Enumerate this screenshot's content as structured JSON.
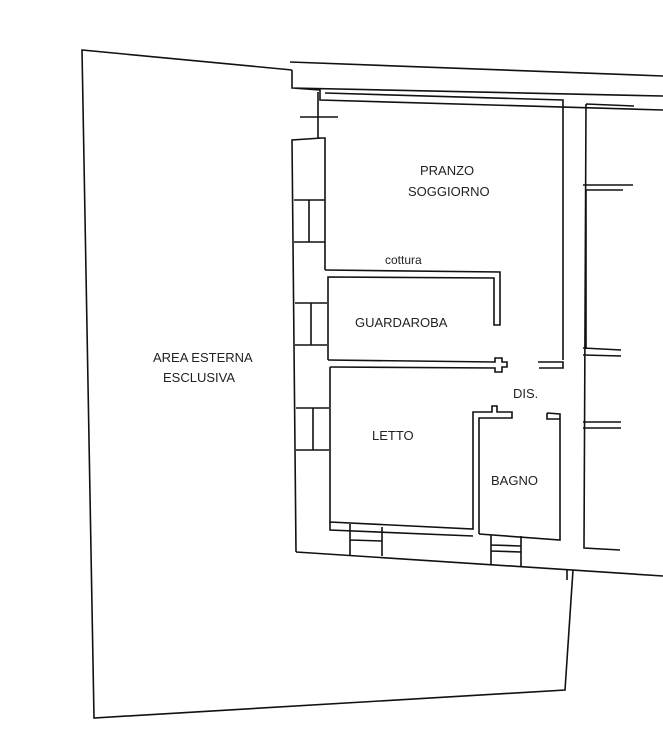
{
  "labels": {
    "pranzo": "PRANZO",
    "soggiorno": "SOGGIORNO",
    "cottura": "cottura",
    "guardaroba": "GUARDAROBA",
    "area_esterna": "AREA ESTERNA",
    "esclusiva": "ESCLUSIVA",
    "letto": "LETTO",
    "dis": "DIS.",
    "bagno": "BAGNO"
  },
  "colors": {
    "line": "#111111",
    "background": "#ffffff"
  }
}
